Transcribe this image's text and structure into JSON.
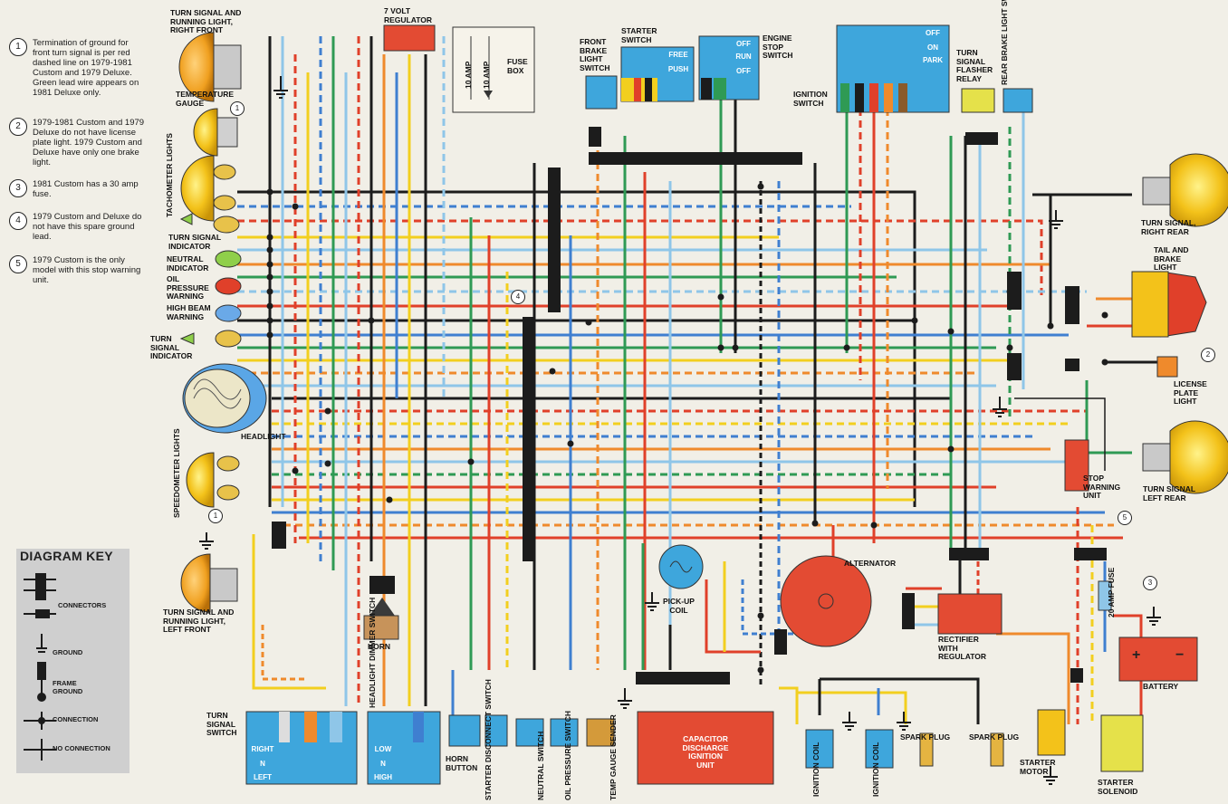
{
  "notes": [
    {
      "number": "1",
      "text": "Termination of ground for front turn signal is per red dashed line on 1979-1981 Custom and 1979 Deluxe. Green lead wire appears on 1981 Deluxe only."
    },
    {
      "number": "2",
      "text": "1979-1981 Custom and 1979 Deluxe do not have license plate light. 1979 Custom and Deluxe have only one brake light."
    },
    {
      "number": "3",
      "text": "1981 Custom has a 30 amp fuse."
    },
    {
      "number": "4",
      "text": "1979 Custom and Deluxe do not have this spare ground lead."
    },
    {
      "number": "5",
      "text": "1979 Custom is the only model with this stop warning unit."
    }
  ],
  "key": {
    "title": "DIAGRAM KEY",
    "items": [
      "CONNECTORS",
      "GROUND",
      "FRAME GROUND",
      "CONNECTION",
      "NO CONNECTION"
    ]
  },
  "labels": {
    "turn_signal_rf": "TURN SIGNAL AND\nRUNNING LIGHT,\nRIGHT FRONT",
    "volt_regulator": "7 VOLT\nREGULATOR",
    "amp1": "10 AMP",
    "amp2": "10 AMP",
    "fuse_box": "FUSE\nBOX",
    "front_brake": "FRONT\nBRAKE\nLIGHT\nSWITCH",
    "starter_switch": "STARTER\nSWITCH",
    "free": "FREE",
    "push": "PUSH",
    "engine_stop": "ENGINE\nSTOP\nSWITCH",
    "off": "OFF",
    "run": "RUN",
    "off2": "OFF",
    "ign_off": "OFF",
    "ign_on": "ON",
    "ign_park": "PARK",
    "ignition_switch": "IGNITION\nSWITCH",
    "flasher_relay": "TURN\nSIGNAL\nFLASHER\nRELAY",
    "rear_brake": "REAR\nBRAKE\nLIGHT\nSWITCH",
    "temp_gauge": "TEMPERATURE\nGAUGE",
    "tach_lights": "TACHOMETER\nLIGHTS",
    "ts_indicator_r": "TURN SIGNAL\nINDICATOR",
    "neutral_ind": "NEUTRAL\nINDICATOR",
    "oil_warning": "OIL\nPRESSURE\nWARNING",
    "high_beam": "HIGH BEAM\nWARNING",
    "ts_indicator_l": "TURN\nSIGNAL\nINDICATOR",
    "headlight": "HEADLIGHT",
    "speedo_lights": "SPEEDOMETER\nLIGHTS",
    "turn_signal_lf": "TURN SIGNAL AND\nRUNNING LIGHT,\nLEFT FRONT",
    "horn": "HORN",
    "ts_switch": "TURN\nSIGNAL\nSWITCH",
    "right": "RIGHT",
    "n1": "N",
    "left": "LEFT",
    "hl_dimmer": "HEADLIGHT\nDIMMER\nSWITCH",
    "low": "LOW",
    "n2": "N",
    "high": "HIGH",
    "horn_button": "HORN\nBUTTON",
    "starter_disc": "STARTER\nDISCONNECT\nSWITCH",
    "neutral_sw": "NEUTRAL\nSWITCH",
    "oil_sw": "OIL\nPRESSURE\nSWITCH",
    "temp_sender": "TEMP\nGAUGE\nSENDER",
    "pickup_coil": "PICK-UP\nCOIL",
    "alternator": "ALTERNATOR",
    "cdi": "CAPACITOR\nDISCHARGE\nIGNITION\nUNIT",
    "ign_coil1": "IGNITION\nCOIL",
    "ign_coil2": "IGNITION\nCOIL",
    "spark1": "SPARK PLUG",
    "spark2": "SPARK PLUG",
    "rectifier": "RECTIFIER\nWITH\nREGULATOR",
    "amp20": "20 AMP\nFUSE",
    "battery": "BATTERY",
    "starter_motor": "STARTER\nMOTOR",
    "starter_sol": "STARTER\nSOLENOID",
    "ts_rr": "TURN SIGNAL,\nRIGHT REAR",
    "tail_brake": "TAIL AND\nBRAKE\nLIGHT",
    "license": "LICENSE\nPLATE\nLIGHT",
    "ts_lr": "TURN SIGNAL\nLEFT REAR",
    "stop_warning": "STOP\nWARNING\nUNIT",
    "callout_1a": "1",
    "callout_1b": "1",
    "callout_2": "2",
    "callout_3": "3",
    "callout_4": "4",
    "callout_5": "5"
  },
  "colors": {
    "paper": "#f1efe7",
    "black": "#1c1c1c",
    "red": "#e0402a",
    "blue": "#3f7fd0",
    "light_blue": "#8fc6e8",
    "green": "#2f9a54",
    "yellow": "#f2cf1f",
    "orange": "#ef8a2c",
    "brown": "#8a5a2b",
    "lamp": "#f3c21a",
    "switch_blue": "#3ea6dc",
    "component_red": "#e34b33"
  }
}
